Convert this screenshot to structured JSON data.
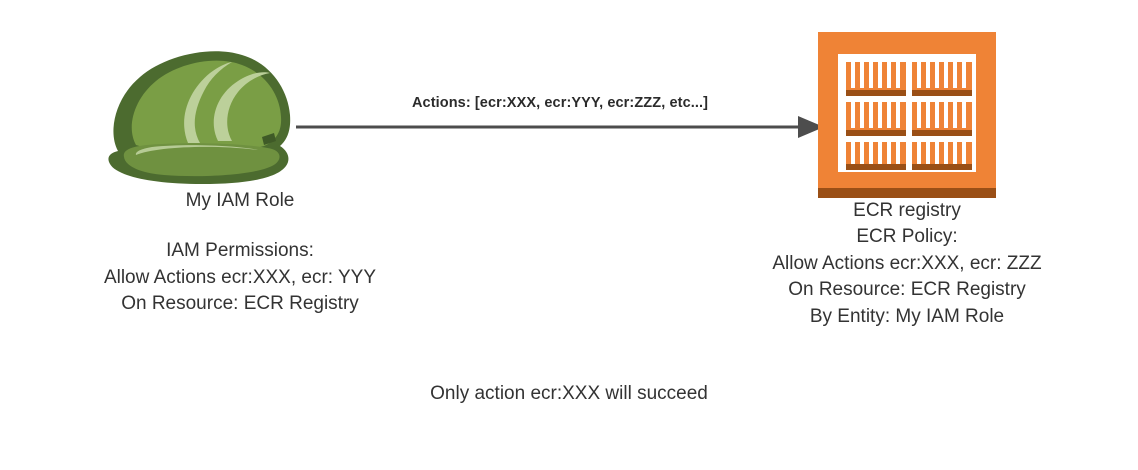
{
  "diagram": {
    "colors": {
      "helmet_dome": "#7a9e45",
      "helmet_outline": "#4c6b2f",
      "helmet_highlight": "#bcd09a",
      "ecr_orange": "#ef8336",
      "ecr_brown": "#9a4f16",
      "ecr_white": "#ffffff",
      "arrow": "#4d4d4d",
      "text": "#333333"
    },
    "left_node": {
      "icon_name": "hard-hat-icon",
      "caption": "My IAM Role",
      "details": [
        "IAM Permissions:",
        "Allow Actions ecr:XXX, ecr: YYY",
        "On Resource: ECR Registry"
      ]
    },
    "right_node": {
      "icon_name": "ecr-registry-icon",
      "caption": "ECR registry",
      "details": [
        "ECR Policy:",
        "Allow Actions ecr:XXX, ecr: ZZZ",
        "On Resource: ECR Registry",
        "By Entity: My IAM Role"
      ]
    },
    "connector": {
      "label": "Actions: [ecr:XXX, ecr:YYY, ecr:ZZZ, etc...]",
      "direction": "left-to-right"
    },
    "footer_note": "Only action ecr:XXX will succeed"
  }
}
